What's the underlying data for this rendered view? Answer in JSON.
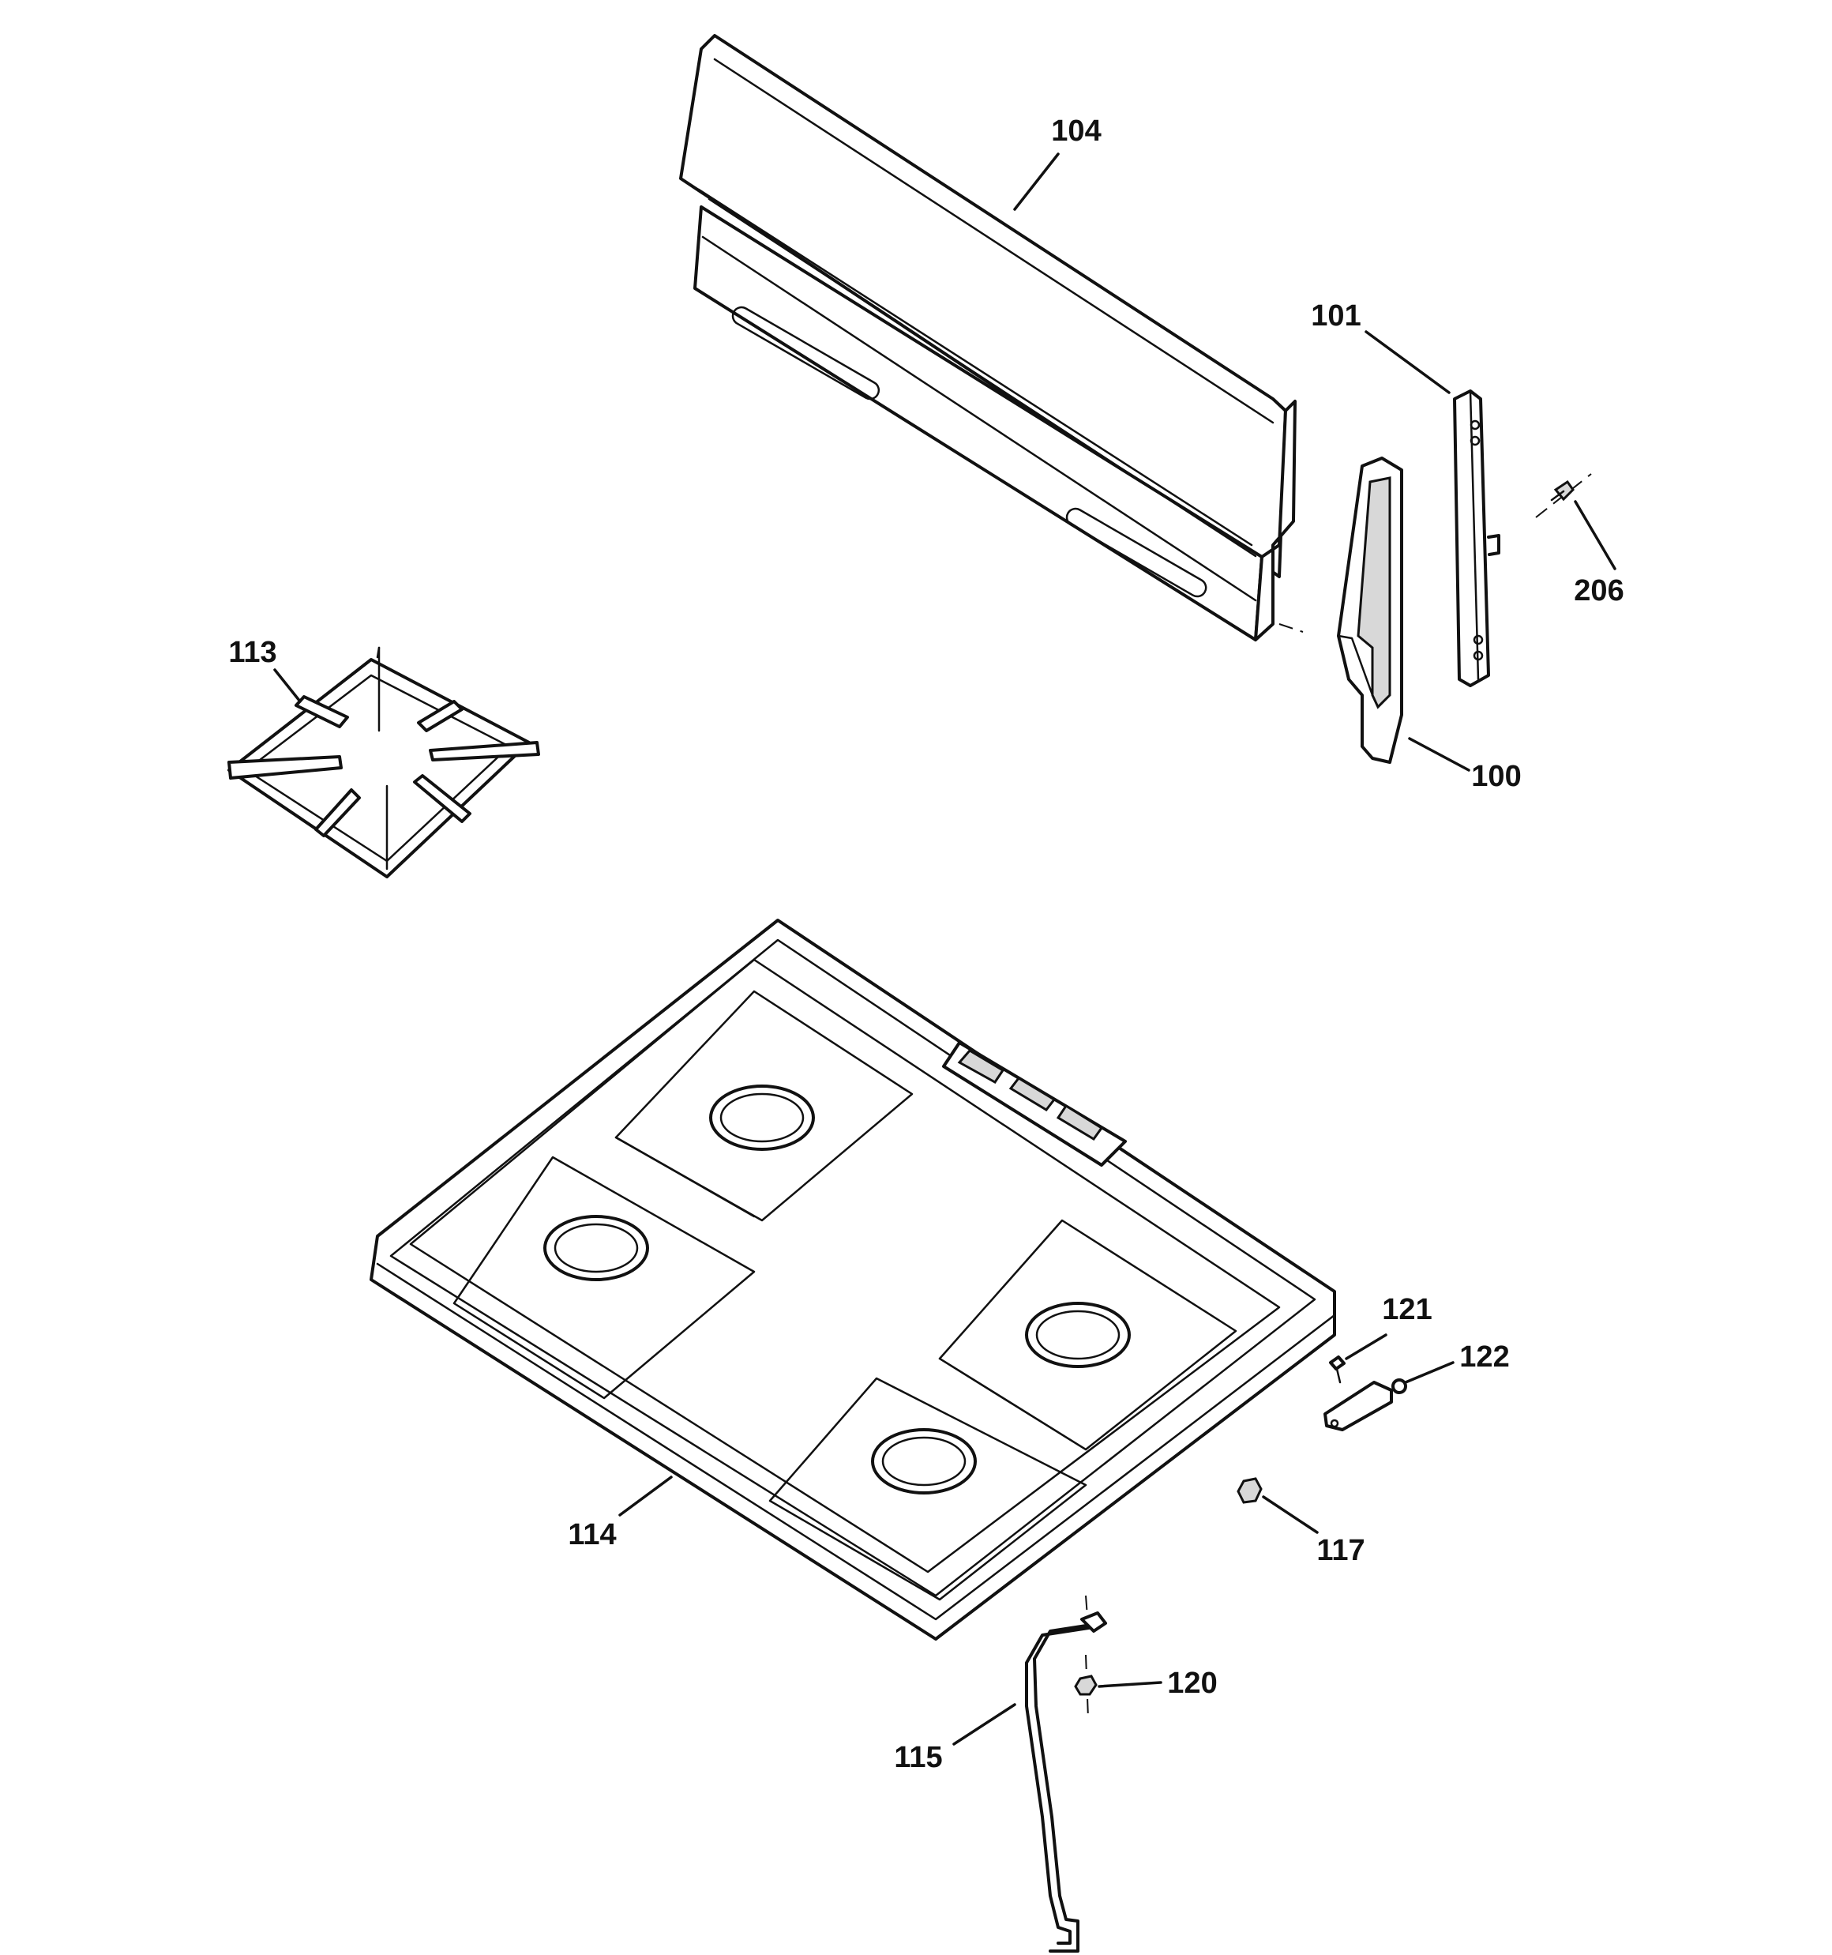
{
  "diagram": {
    "type": "exploded parts diagram",
    "callouts": [
      "104",
      "101",
      "206",
      "113",
      "100",
      "121",
      "122",
      "114",
      "117",
      "120",
      "115"
    ]
  }
}
